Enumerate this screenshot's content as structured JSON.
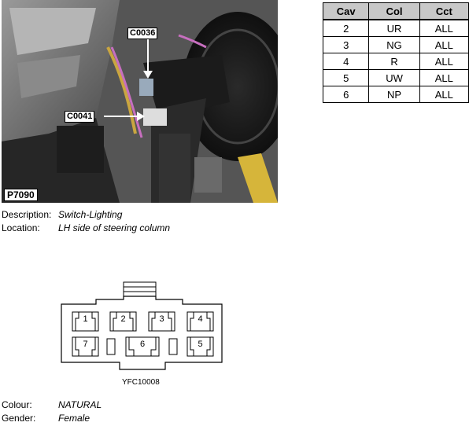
{
  "photo": {
    "callout_top": "C0036",
    "callout_left": "C0041",
    "id": "P7090"
  },
  "table": {
    "headers": [
      "Cav",
      "Col",
      "Cct"
    ],
    "rows": [
      [
        "2",
        "UR",
        "ALL"
      ],
      [
        "3",
        "NG",
        "ALL"
      ],
      [
        "4",
        "R",
        "ALL"
      ],
      [
        "5",
        "UW",
        "ALL"
      ],
      [
        "6",
        "NP",
        "ALL"
      ]
    ]
  },
  "description": {
    "label": "Description:",
    "value": "Switch-Lighting"
  },
  "location": {
    "label": "Location:",
    "value": "LH side of steering column"
  },
  "connector": {
    "pins_top": [
      "1",
      "2",
      "3",
      "4"
    ],
    "pins_bottom": [
      "7",
      "6",
      "5"
    ],
    "ref": "YFC10008"
  },
  "colour": {
    "label": "Colour:",
    "value": "NATURAL"
  },
  "gender": {
    "label": "Gender:",
    "value": "Female"
  },
  "colors": {
    "header_bg": "#c8c8c8",
    "photo_dark": "#3a3a3a"
  }
}
